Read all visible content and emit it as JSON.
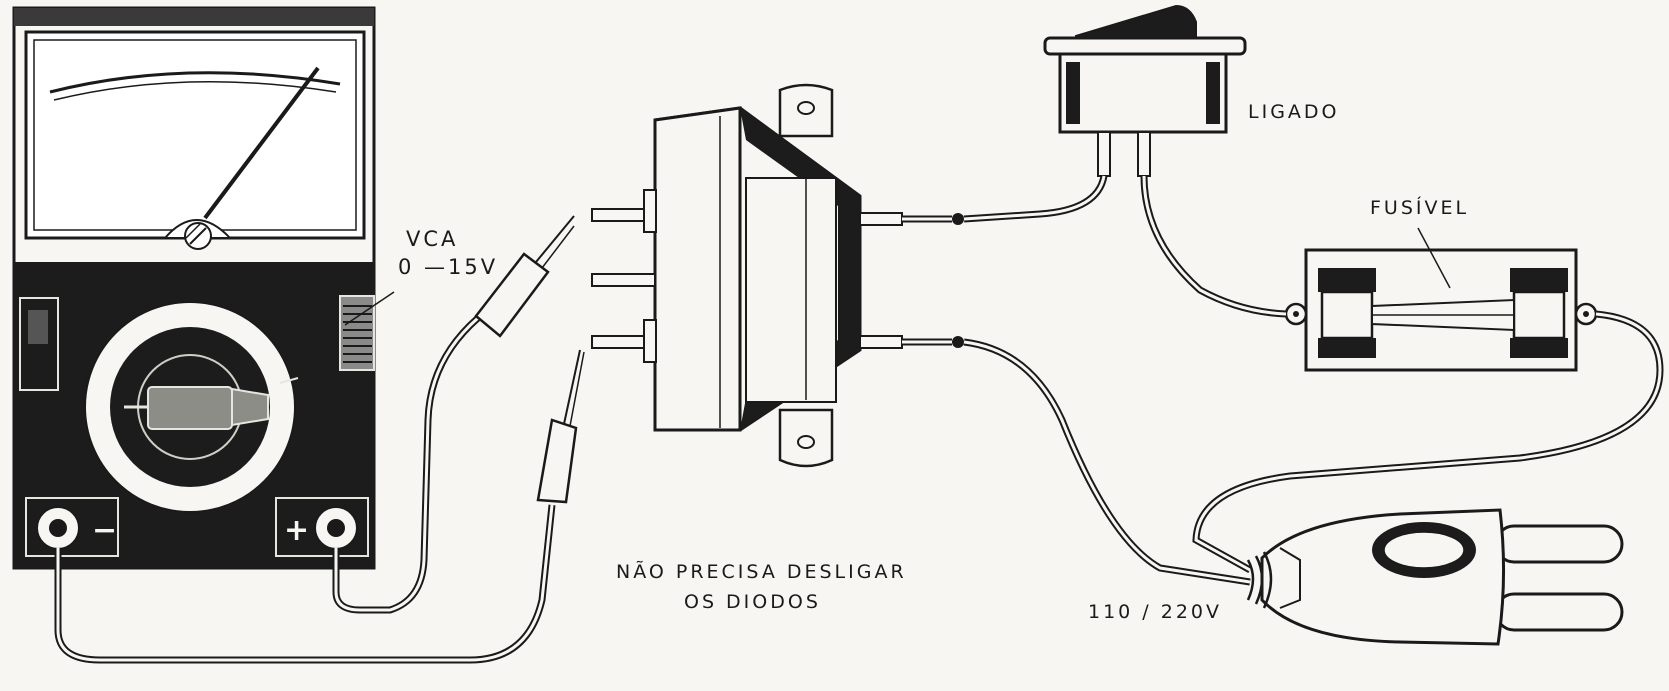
{
  "diagram": {
    "labels": {
      "ligado": "LIGADO",
      "fusivel": "FUSÍVEL",
      "vca_line1": "VCA",
      "vca_line2": "0 —15V",
      "note_line1": "NÃO  PRECISA DESLIGAR",
      "note_line2": "OS  DIODOS",
      "voltage": "110 / 220V"
    },
    "meter": {
      "minus_sign": "−",
      "plus_sign": "+"
    },
    "colors": {
      "ink": "#1a1a1a",
      "paper": "#f7f6f2",
      "panel": "#1c1c1c"
    }
  }
}
